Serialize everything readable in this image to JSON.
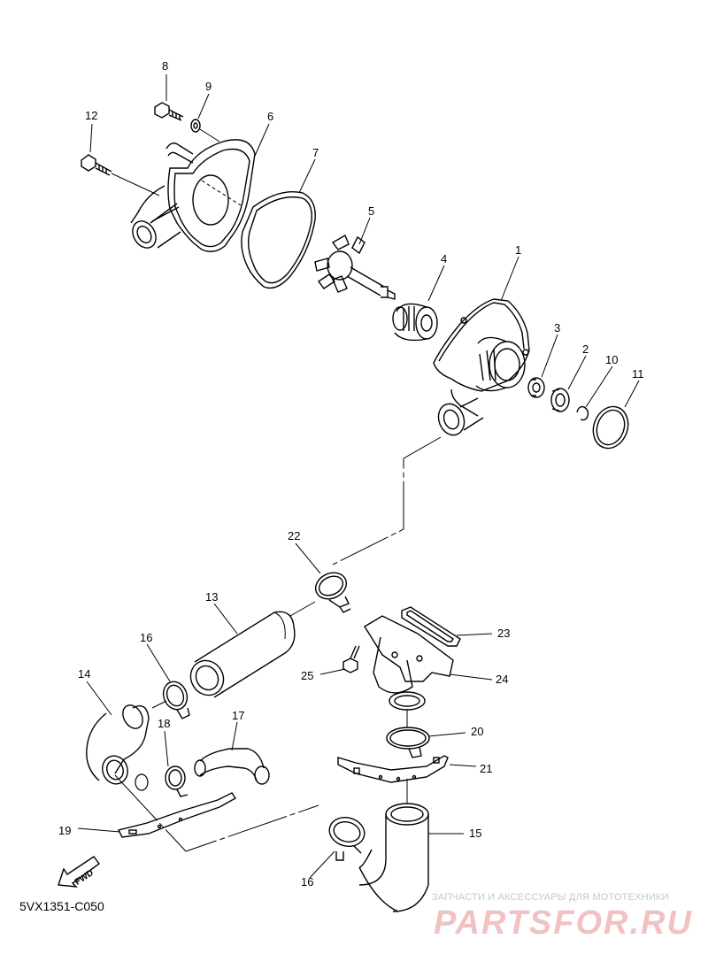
{
  "diagram": {
    "fwd_label": "FWD",
    "code": "5VX1351-C050",
    "parts": [
      {
        "id": "1",
        "label": "1"
      },
      {
        "id": "2",
        "label": "2"
      },
      {
        "id": "3",
        "label": "3"
      },
      {
        "id": "4",
        "label": "4"
      },
      {
        "id": "5",
        "label": "5"
      },
      {
        "id": "6",
        "label": "6"
      },
      {
        "id": "7",
        "label": "7"
      },
      {
        "id": "8",
        "label": "8"
      },
      {
        "id": "9",
        "label": "9"
      },
      {
        "id": "10",
        "label": "10"
      },
      {
        "id": "11",
        "label": "11"
      },
      {
        "id": "12",
        "label": "12"
      },
      {
        "id": "13",
        "label": "13"
      },
      {
        "id": "14",
        "label": "14"
      },
      {
        "id": "15",
        "label": "15"
      },
      {
        "id": "16a",
        "label": "16"
      },
      {
        "id": "16b",
        "label": "16"
      },
      {
        "id": "17",
        "label": "17"
      },
      {
        "id": "18",
        "label": "18"
      },
      {
        "id": "19",
        "label": "19"
      },
      {
        "id": "20",
        "label": "20"
      },
      {
        "id": "21",
        "label": "21"
      },
      {
        "id": "22",
        "label": "22"
      },
      {
        "id": "23",
        "label": "23"
      },
      {
        "id": "24",
        "label": "24"
      },
      {
        "id": "25",
        "label": "25"
      }
    ]
  },
  "watermark": {
    "tagline": "ЗАПЧАСТИ И АКСЕССУАРЫ ДЛЯ МОТОТЕХНИКИ",
    "brand": "PARTSFOR.RU"
  }
}
